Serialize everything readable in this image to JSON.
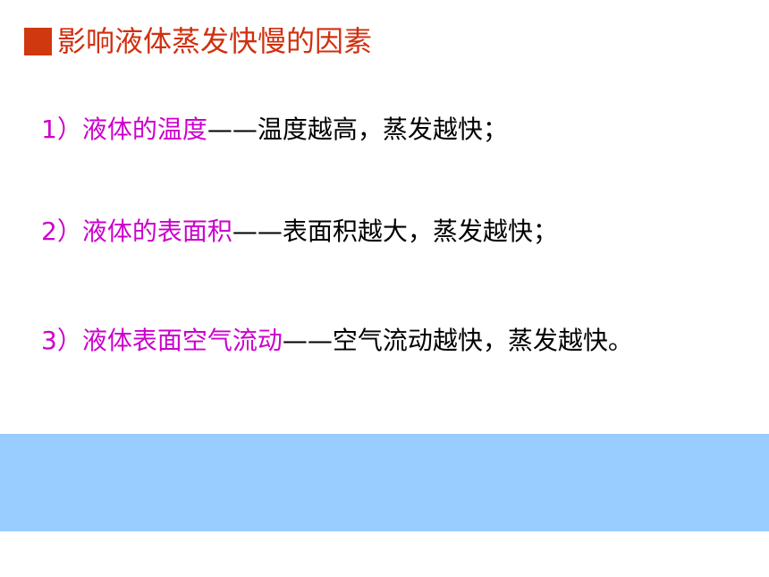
{
  "slide": {
    "title": "影响液体蒸发快慢的因素",
    "accent_color": "#d0380f",
    "term_color": "#cc00cc",
    "band_color": "#99ccff",
    "points": [
      {
        "num": "1）",
        "term": "液体的温度",
        "dash": "——",
        "desc": "温度越高，蒸发越快；"
      },
      {
        "num": "2）",
        "term": "液体的表面积",
        "dash": "——",
        "desc": "表面积越大，蒸发越快；"
      },
      {
        "num": "3）",
        "term": "液体表面空气流动",
        "dash": "——",
        "desc": "空气流动越快，蒸发越快。"
      }
    ]
  }
}
